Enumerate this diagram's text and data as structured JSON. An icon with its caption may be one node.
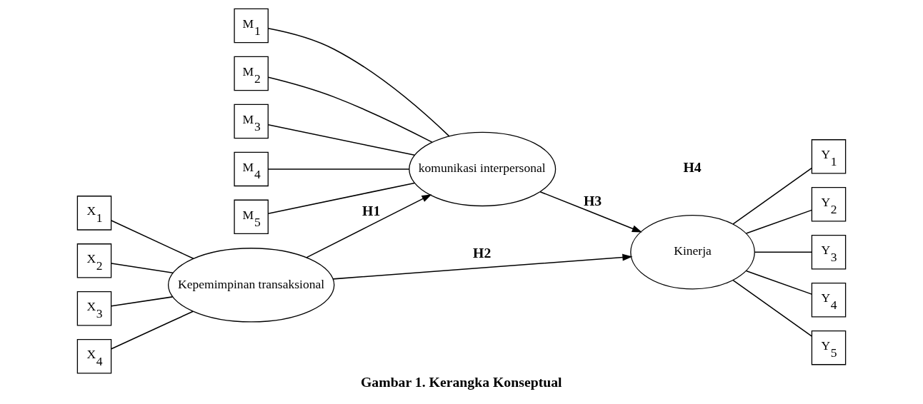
{
  "diagram": {
    "caption": "Gambar 1. Kerangka Konseptual",
    "nodes": [
      {
        "text": [
          "Kepemimpinan transaksional"
        ]
      },
      {
        "text": [
          "komunikasi interpersonal"
        ]
      },
      {
        "text": [
          "Kinerja"
        ]
      },
      {
        "text": [
          "X$_{1}$"
        ]
      },
      {
        "text": [
          "X$_{2}$"
        ]
      },
      {
        "text": [
          "X$_{3}$"
        ]
      },
      {
        "text": [
          "X$_{4}$"
        ]
      },
      {
        "text": [
          "M$_{1}$"
        ]
      },
      {
        "text": [
          "M$_{2}$"
        ]
      },
      {
        "text": [
          "M$_{3}$"
        ]
      },
      {
        "text": [
          "M$_{4}$"
        ]
      },
      {
        "text": [
          "M$_{5}$"
        ]
      },
      {
        "text": [
          "Y$_{1}$"
        ]
      },
      {
        "text": [
          "Y$_{2}$"
        ]
      },
      {
        "text": [
          "Y$_{3}$"
        ]
      },
      {
        "text": [
          "Y$_{4}$"
        ]
      },
      {
        "text": [
          "Y$_{5}$"
        ]
      }
    ],
    "edges": [
      {
        "from": 3,
        "to": 0,
        "arrow": "none"
      },
      {
        "from": 4,
        "to": 0,
        "arrow": "none"
      },
      {
        "from": 5,
        "to": 0,
        "arrow": "none"
      },
      {
        "from": 6,
        "to": 0,
        "arrow": "none"
      },
      {
        "from": 7,
        "to": 1,
        "arrow": "none"
      },
      {
        "from": 8,
        "to": 1,
        "arrow": "none"
      },
      {
        "from": 9,
        "to": 1,
        "arrow": "none"
      },
      {
        "from": 10,
        "to": 1,
        "arrow": "none"
      },
      {
        "from": 11,
        "to": 1,
        "arrow": "none"
      },
      {
        "from": 0,
        "to": 1,
        "arrow": "to",
        "label": "H1"
      },
      {
        "from": 0,
        "to": 2,
        "arrow": "to",
        "label": "H2"
      },
      {
        "from": 1,
        "to": 2,
        "arrow": "to",
        "label": "H3"
      },
      {
        "from": 2,
        "to": 12,
        "arrow": "none"
      },
      {
        "from": 2,
        "to": 13,
        "arrow": "none"
      },
      {
        "from": 2,
        "to": 14,
        "arrow": "none"
      },
      {
        "from": 2,
        "to": 15,
        "arrow": "none"
      },
      {
        "from": 2,
        "to": 16,
        "arrow": "none"
      }
    ],
    "labels": [
      "H4"
    ]
  }
}
